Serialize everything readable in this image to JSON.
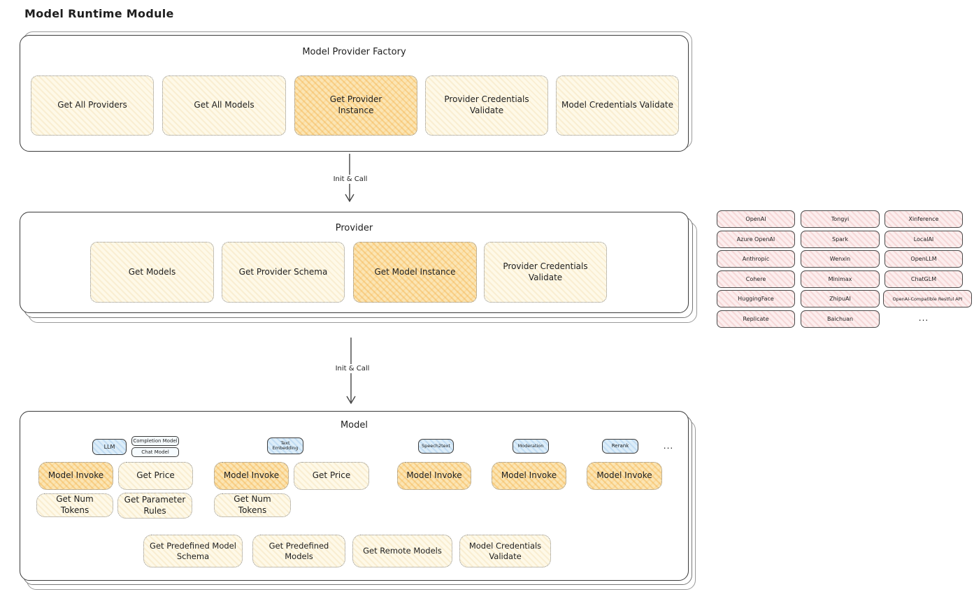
{
  "title": "Model Runtime Module",
  "arrows": {
    "top": "Init & Call",
    "bottom": "Init & Call"
  },
  "factory": {
    "title": "Model Provider Factory",
    "items": [
      "Get All Providers",
      "Get All Models",
      "Get Provider Instance",
      "Provider Credentials Validate",
      "Model Credentials Validate"
    ]
  },
  "provider": {
    "title": "Provider",
    "items": [
      "Get Models",
      "Get Provider Schema",
      "Get Model Instance",
      "Provider Credentials Validate"
    ]
  },
  "providers_list": [
    "OpenAI",
    "Tongyi",
    "Xinference",
    "Azure OpenAI",
    "Spark",
    "LocalAI",
    "Anthropic",
    "Wenxin",
    "OpenLLM",
    "Cohere",
    "Minimax",
    "ChatGLM",
    "HuggingFace",
    "ZhipuAI",
    "OpenAI-Compatible Restful API",
    "Replicate",
    "Baichuan",
    "..."
  ],
  "model": {
    "title": "Model",
    "tags": [
      "LLM",
      "Completion Model",
      "Chat Model",
      "Text Embedding",
      "Speech2text",
      "Moderation",
      "Rerank",
      "..."
    ],
    "row1": [
      "Model Invoke",
      "Get Price",
      "Model Invoke",
      "Get Price",
      "Model Invoke",
      "Model Invoke",
      "Model Invoke"
    ],
    "row2": [
      "Get Num Tokens",
      "Get Parameter Rules",
      "Get Num Tokens"
    ],
    "row3": [
      "Get Predefined Model Schema",
      "Get Predefined Models",
      "Get Remote Models",
      "Model Credentials Validate"
    ]
  },
  "colors": {
    "cream": "#FEF9E8",
    "orange": "#FBE5B4",
    "pink": "#FCEEEE",
    "blue": "#DCEDF9",
    "border": "#3A3A3A"
  }
}
